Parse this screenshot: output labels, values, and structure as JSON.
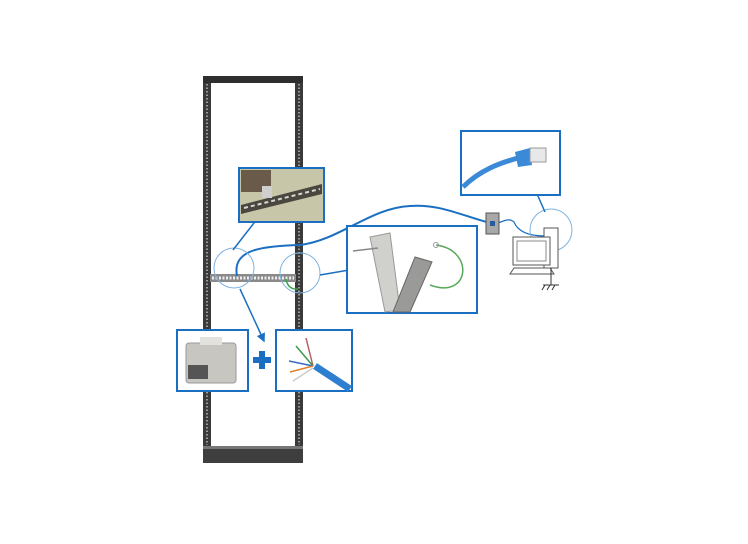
{
  "colors": {
    "accent": "#1a6fc2",
    "rack": "#3a3a3a",
    "ground_wire": "#3aa64a",
    "background": "#ffffff"
  },
  "diagram": {
    "nodes": [
      {
        "id": "rack",
        "icon": "server-rack-icon"
      },
      {
        "id": "patch-panel",
        "icon": "patch-panel-icon"
      },
      {
        "id": "photo-jack-insertion",
        "icon": "photo-jack-insertion"
      },
      {
        "id": "photo-keystone-jack",
        "icon": "keystone-jack-icon"
      },
      {
        "id": "photo-shielded-cable",
        "icon": "shielded-cable-icon"
      },
      {
        "id": "photo-panel-grounding",
        "icon": "grounding-wire-icon"
      },
      {
        "id": "wall-outlet",
        "icon": "wall-outlet-icon"
      },
      {
        "id": "computer",
        "icon": "computer-icon"
      },
      {
        "id": "photo-patch-cord",
        "icon": "rj45-plug-icon"
      }
    ],
    "plus_symbol": "+"
  }
}
